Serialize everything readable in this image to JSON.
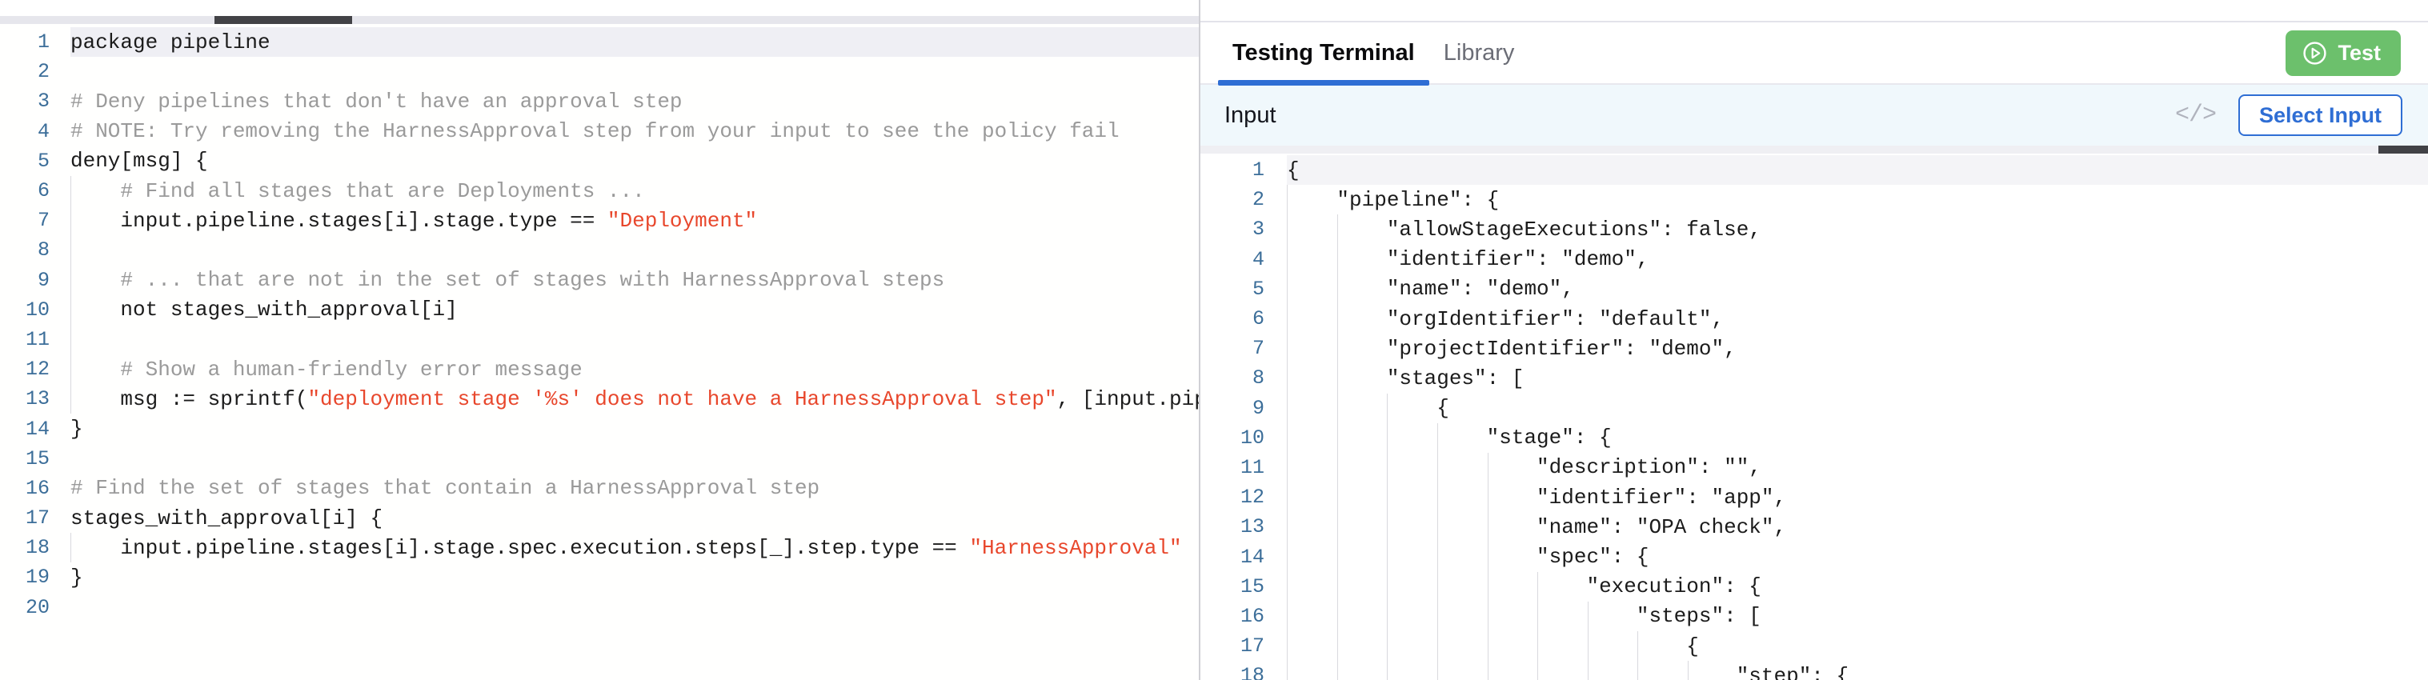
{
  "policy_editor": {
    "name": "rego-policy-editor",
    "language": "rego",
    "active_line": 1,
    "scrollbar": {
      "orientation": "horizontal",
      "position": "top"
    },
    "lines": [
      {
        "n": "1",
        "tokens": [
          {
            "t": "plain",
            "s": "package pipeline"
          }
        ],
        "guides": 0
      },
      {
        "n": "2",
        "tokens": [
          {
            "t": "plain",
            "s": ""
          }
        ],
        "guides": 0
      },
      {
        "n": "3",
        "tokens": [
          {
            "t": "cmt",
            "s": "# Deny pipelines that don't have an approval step"
          }
        ],
        "guides": 0
      },
      {
        "n": "4",
        "tokens": [
          {
            "t": "cmt",
            "s": "# NOTE: Try removing the HarnessApproval step from your input to see the policy fail"
          }
        ],
        "guides": 0
      },
      {
        "n": "5",
        "tokens": [
          {
            "t": "plain",
            "s": "deny[msg] {"
          }
        ],
        "guides": 0
      },
      {
        "n": "6",
        "tokens": [
          {
            "t": "cmt",
            "s": "    # Find all stages that are Deployments ..."
          }
        ],
        "guides": 1
      },
      {
        "n": "7",
        "tokens": [
          {
            "t": "plain",
            "s": "    input.pipeline.stages[i].stage.type == "
          },
          {
            "t": "str",
            "s": "\"Deployment\""
          }
        ],
        "guides": 1
      },
      {
        "n": "8",
        "tokens": [
          {
            "t": "plain",
            "s": ""
          }
        ],
        "guides": 1
      },
      {
        "n": "9",
        "tokens": [
          {
            "t": "cmt",
            "s": "    # ... that are not in the set of stages with HarnessApproval steps"
          }
        ],
        "guides": 1
      },
      {
        "n": "10",
        "tokens": [
          {
            "t": "plain",
            "s": "    not stages_with_approval[i]"
          }
        ],
        "guides": 1
      },
      {
        "n": "11",
        "tokens": [
          {
            "t": "plain",
            "s": ""
          }
        ],
        "guides": 1
      },
      {
        "n": "12",
        "tokens": [
          {
            "t": "cmt",
            "s": "    # Show a human-friendly error message"
          }
        ],
        "guides": 1
      },
      {
        "n": "13",
        "tokens": [
          {
            "t": "plain",
            "s": "    msg := sprintf("
          },
          {
            "t": "str",
            "s": "\"deployment stage '%s' does not have a HarnessApproval step\""
          },
          {
            "t": "plain",
            "s": ", [input.pipel"
          }
        ],
        "guides": 1
      },
      {
        "n": "14",
        "tokens": [
          {
            "t": "plain",
            "s": "}"
          }
        ],
        "guides": 0
      },
      {
        "n": "15",
        "tokens": [
          {
            "t": "plain",
            "s": ""
          }
        ],
        "guides": 0
      },
      {
        "n": "16",
        "tokens": [
          {
            "t": "cmt",
            "s": "# Find the set of stages that contain a HarnessApproval step"
          }
        ],
        "guides": 0
      },
      {
        "n": "17",
        "tokens": [
          {
            "t": "plain",
            "s": "stages_with_approval[i] {"
          }
        ],
        "guides": 0
      },
      {
        "n": "18",
        "tokens": [
          {
            "t": "plain",
            "s": "    input.pipeline.stages[i].stage.spec.execution.steps[_].step.type == "
          },
          {
            "t": "str",
            "s": "\"HarnessApproval\""
          }
        ],
        "guides": 1
      },
      {
        "n": "19",
        "tokens": [
          {
            "t": "plain",
            "s": "}"
          }
        ],
        "guides": 0
      },
      {
        "n": "20",
        "tokens": [
          {
            "t": "plain",
            "s": ""
          }
        ],
        "guides": 0
      }
    ]
  },
  "right_panel": {
    "tabs": [
      {
        "id": "testing-terminal",
        "label": "Testing Terminal",
        "active": true
      },
      {
        "id": "library",
        "label": "Library",
        "active": false
      }
    ],
    "test_button": {
      "label": "Test",
      "icon": "play-circle-icon",
      "color": "#6cc06c"
    },
    "input_bar": {
      "title": "Input",
      "code_icon": "</>",
      "select_input_label": "Select Input",
      "accent_color": "#2f6ed4",
      "background": "#f0f8fc"
    },
    "json_editor": {
      "name": "input-json-editor",
      "language": "json",
      "active_line": 1,
      "lines": [
        {
          "n": "1",
          "s": "{",
          "guides": 0
        },
        {
          "n": "2",
          "s": "    \"pipeline\": {",
          "guides": 1
        },
        {
          "n": "3",
          "s": "        \"allowStageExecutions\": false,",
          "guides": 2
        },
        {
          "n": "4",
          "s": "        \"identifier\": \"demo\",",
          "guides": 2
        },
        {
          "n": "5",
          "s": "        \"name\": \"demo\",",
          "guides": 2
        },
        {
          "n": "6",
          "s": "        \"orgIdentifier\": \"default\",",
          "guides": 2
        },
        {
          "n": "7",
          "s": "        \"projectIdentifier\": \"demo\",",
          "guides": 2
        },
        {
          "n": "8",
          "s": "        \"stages\": [",
          "guides": 2
        },
        {
          "n": "9",
          "s": "            {",
          "guides": 3
        },
        {
          "n": "10",
          "s": "                \"stage\": {",
          "guides": 4
        },
        {
          "n": "11",
          "s": "                    \"description\": \"\",",
          "guides": 5
        },
        {
          "n": "12",
          "s": "                    \"identifier\": \"app\",",
          "guides": 5
        },
        {
          "n": "13",
          "s": "                    \"name\": \"OPA check\",",
          "guides": 5
        },
        {
          "n": "14",
          "s": "                    \"spec\": {",
          "guides": 5
        },
        {
          "n": "15",
          "s": "                        \"execution\": {",
          "guides": 6
        },
        {
          "n": "16",
          "s": "                            \"steps\": [",
          "guides": 7
        },
        {
          "n": "17",
          "s": "                                {",
          "guides": 8
        },
        {
          "n": "18",
          "s": "                                    \"step\": {",
          "guides": 9
        }
      ]
    }
  }
}
